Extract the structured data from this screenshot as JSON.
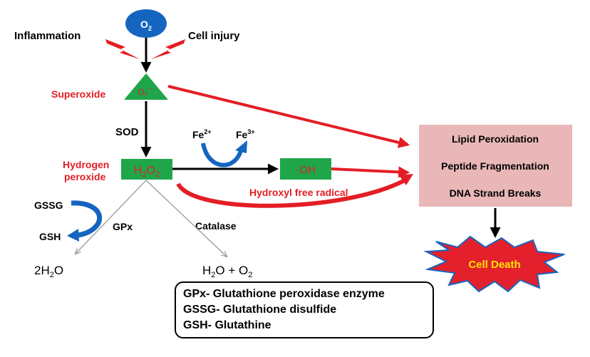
{
  "colors": {
    "red": "#e31e24",
    "green": "#1fa64b",
    "blue": "#1565c0",
    "pink_box": "#e9b7b7",
    "burst_fill": "#e3202b",
    "burst_text": "#ffe400",
    "dark_text": "#000000",
    "gray_arrow": "#999999"
  },
  "nodes": {
    "o2": {
      "main": "O",
      "sub": "2"
    },
    "superoxide_symbol": {
      "main": "O₂",
      "sup": "·−"
    },
    "h2o2": {
      "h": "H",
      "s1": "2",
      "o": "O",
      "s2": "2"
    },
    "oh": "·OH",
    "water": {
      "pre": "2H",
      "sub": "2",
      "post": "O"
    },
    "h2o_o2": {
      "a": "H",
      "a_sub": "2",
      "b": "O + O",
      "b_sub": "2"
    }
  },
  "labels": {
    "inflammation": "Inflammation",
    "cell_injury": "Cell injury",
    "superoxide": "Superoxide",
    "sod": "SOD",
    "hydrogen": "Hydrogen",
    "peroxide": "peroxide",
    "fe2": {
      "base": "Fe",
      "sup": "2+"
    },
    "fe3": {
      "base": "Fe",
      "sup": "3+"
    },
    "hydroxyl": "Hydroxyl free radical",
    "gssg": "GSSG",
    "gsh": "GSH",
    "gpx": "GPx",
    "catalase": "Catalase"
  },
  "damage_box": [
    "Lipid Peroxidation",
    "Peptide Fragmentation",
    "DNA Strand Breaks"
  ],
  "cell_death": "Cell Death",
  "legend": [
    "GPx- Glutathione peroxidase enzyme",
    "GSSG- Glutathione disulfide",
    "GSH- Glutathine"
  ]
}
